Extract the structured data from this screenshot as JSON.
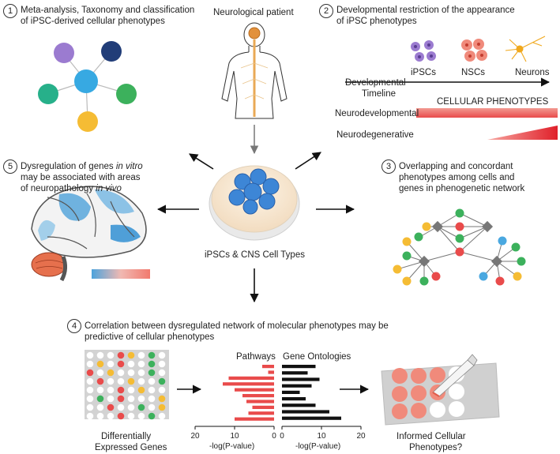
{
  "panel1": {
    "number": "1",
    "title_line1": "Meta-analysis, Taxonomy and classification",
    "title_line2": "of iPSC-derived cellular phenotypes"
  },
  "patient": {
    "label": "Neurological patient"
  },
  "panel2": {
    "number": "2",
    "title_line1": "Developmental restriction of the appearance",
    "title_line2": "of iPSC phenotypes",
    "cell_labels": [
      "iPSCs",
      "NSCs",
      "Neurons"
    ],
    "timeline_line1": "Developmental",
    "timeline_line2": "Timeline",
    "phenotypes_header": "CELLULAR PHENOTYPES",
    "neurodevelopmental": "Neurodevelopmental",
    "neurodegenerative": "Neurodegenerative"
  },
  "center": {
    "label": "iPSCs & CNS Cell Types"
  },
  "panel3": {
    "number": "3",
    "title_line1": "Overlapping and concordant",
    "title_line2": "phenotypes among cells and",
    "title_line3": "genes in phenogenetic network"
  },
  "panel5": {
    "number": "5",
    "title_line1_pre": "Dysregulation of genes ",
    "title_line1_em": "in vitro",
    "title_line2": "may be associated with areas",
    "title_line3_pre": "of neuropathology ",
    "title_line3_em": "in vivo"
  },
  "panel4": {
    "number": "4",
    "title_line1": "Correlation between dysregulated network of molecular phenotypes may be",
    "title_line2": "predictive of cellular phenotypes",
    "genes_line1": "Differentially",
    "genes_line2": "Expressed Genes",
    "pathways_label": "Pathways",
    "ontologies_label": "Gene Ontologies",
    "axis_label": "-log(P-value)",
    "outcome_line1": "Informed Cellular",
    "outcome_line2": "Phenotypes?"
  },
  "chart_data": {
    "type": "bar",
    "series": [
      {
        "name": "Pathways",
        "values": [
          3,
          1.5,
          11.5,
          13,
          10,
          8,
          7,
          5.5,
          6.5,
          10
        ],
        "color": "#e94b4b"
      },
      {
        "name": "Gene Ontologies",
        "values": [
          8.5,
          6.5,
          9.5,
          7.5,
          4.5,
          6,
          8.5,
          12,
          15
        ],
        "color": "#111111"
      }
    ],
    "left_ticks": [
      "20",
      "10",
      "0"
    ],
    "right_ticks": [
      "0",
      "10",
      "20"
    ],
    "xlim": [
      0,
      20
    ]
  },
  "colors": {
    "red": "#e94b4b",
    "black": "#111111",
    "blue": "#4aa8e0",
    "green": "#3cb15c",
    "yellow": "#f5bc34",
    "purple": "#9b7bd0",
    "navy": "#213d78",
    "salmon": "#f08a7b"
  }
}
